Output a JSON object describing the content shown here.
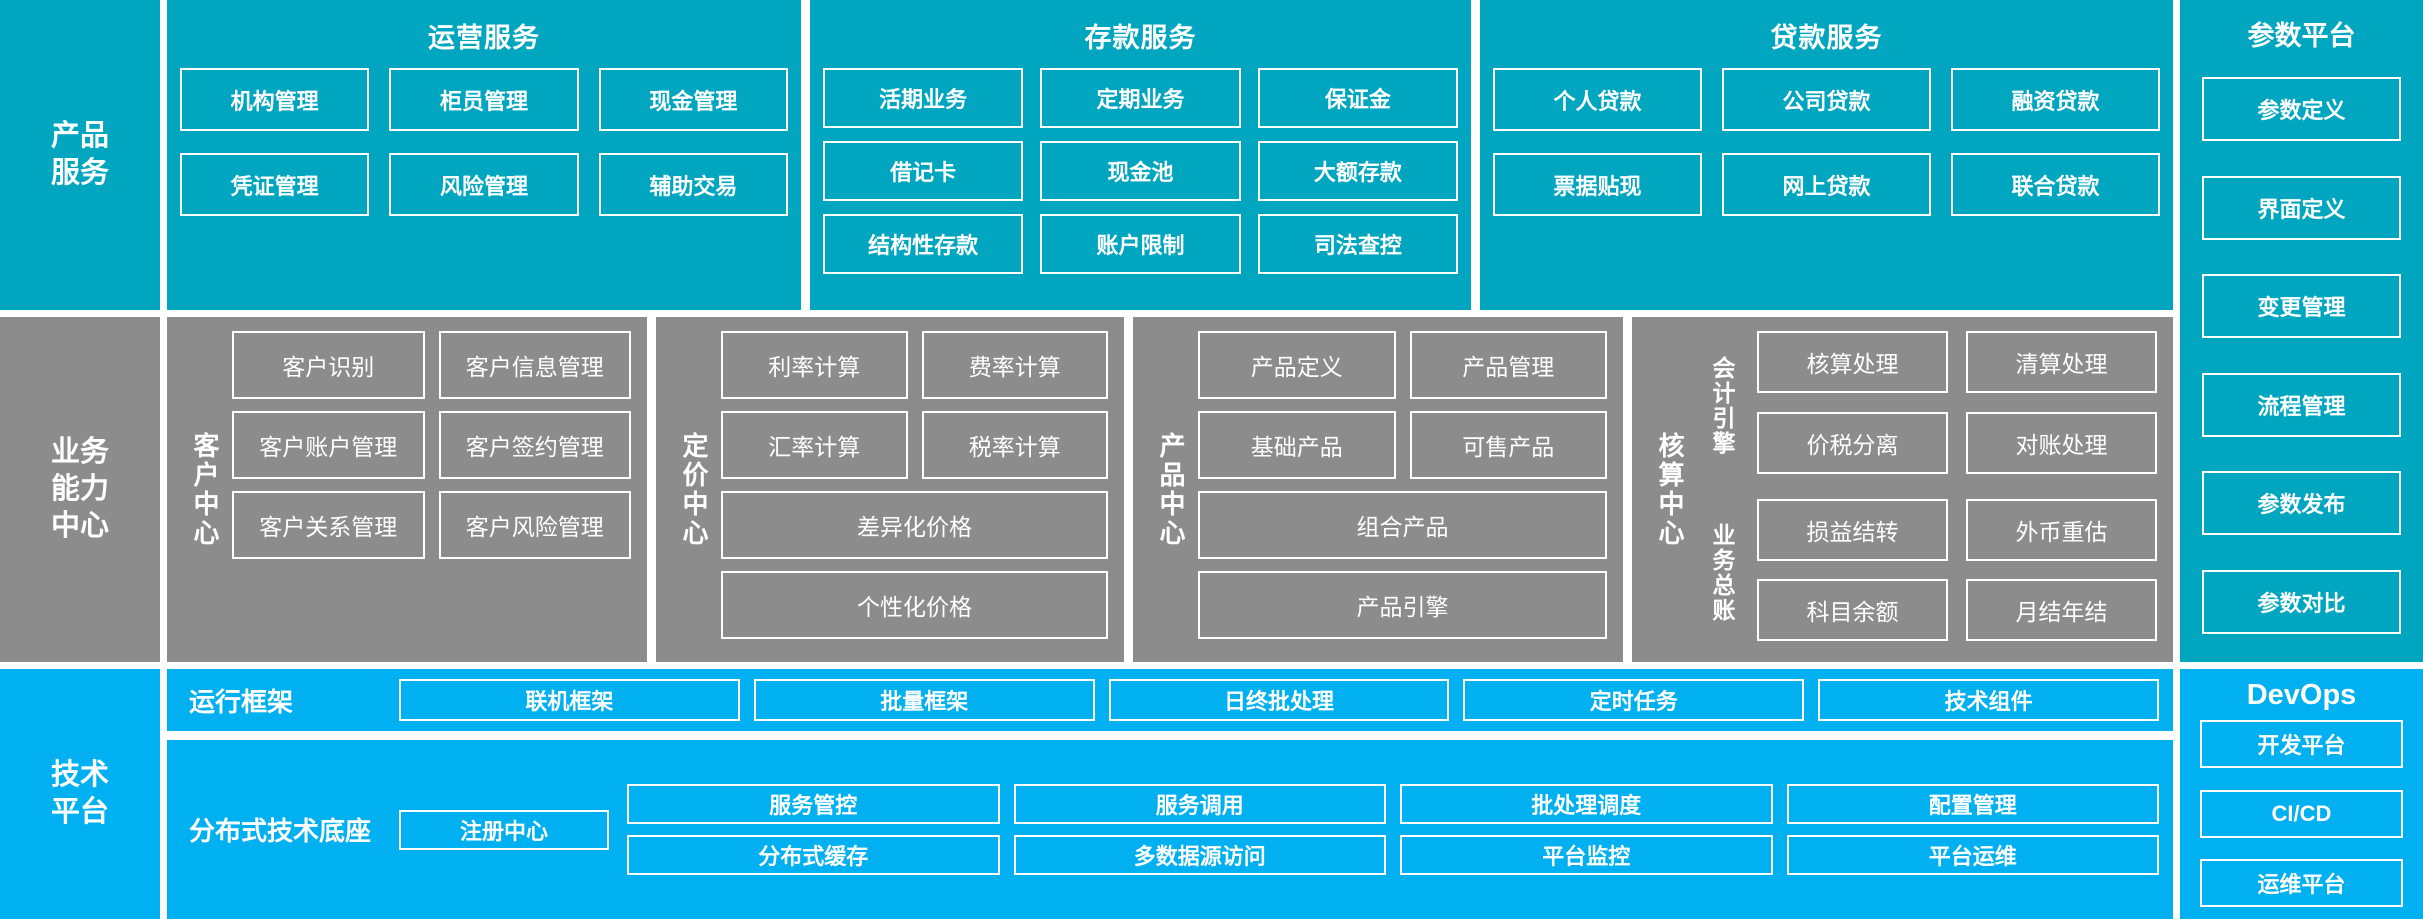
{
  "colors": {
    "teal": "#00A6C0",
    "gray": "#8C8C8C",
    "blue": "#00B0F0",
    "border": "#FFFFFF",
    "text": "#FFFFFF"
  },
  "product_services": {
    "rail_label": "产品\n服务",
    "domains": [
      {
        "title": "运营服务",
        "items": [
          "机构管理",
          "柜员管理",
          "现金管理",
          "凭证管理",
          "风险管理",
          "辅助交易"
        ]
      },
      {
        "title": "存款服务",
        "items": [
          "活期业务",
          "定期业务",
          "保证金",
          "借记卡",
          "现金池",
          "大额存款",
          "结构性存款",
          "账户限制",
          "司法查控"
        ]
      },
      {
        "title": "贷款服务",
        "items": [
          "个人贷款",
          "公司贷款",
          "融资贷款",
          "票据贴现",
          "网上贷款",
          "联合贷款"
        ]
      }
    ]
  },
  "business_capability": {
    "rail_label": "业务\n能力\n中心",
    "centers": [
      {
        "label": "客户中心",
        "rows": [
          [
            "客户识别",
            "客户信息管理"
          ],
          [
            "客户账户管理",
            "客户签约管理"
          ],
          [
            "客户关系管理",
            "客户风险管理"
          ]
        ]
      },
      {
        "label": "定价中心",
        "rows": [
          [
            "利率计算",
            "费率计算"
          ],
          [
            "汇率计算",
            "税率计算"
          ],
          [
            "差异化价格"
          ],
          [
            "个性化价格"
          ]
        ]
      },
      {
        "label": "产品中心",
        "rows": [
          [
            "产品定义",
            "产品管理"
          ],
          [
            "基础产品",
            "可售产品"
          ],
          [
            "组合产品"
          ],
          [
            "产品引擎"
          ]
        ]
      }
    ],
    "accounting_center": {
      "label": "核算中心",
      "groups": [
        {
          "label": "会计引擎",
          "items": [
            "核算处理",
            "清算处理",
            "价税分离",
            "对账处理"
          ]
        },
        {
          "label": "业务总账",
          "items": [
            "损益结转",
            "外币重估",
            "科目余额",
            "月结年结"
          ]
        }
      ]
    }
  },
  "technology_platform": {
    "rail_label": "技术\n平台",
    "runtime_framework": {
      "name": "运行框架",
      "items": [
        "联机框架",
        "批量框架",
        "日终批处理",
        "定时任务",
        "技术组件"
      ]
    },
    "distributed_base": {
      "name": "分布式技术底座",
      "registry": "注册中心",
      "items": [
        "服务管控",
        "服务调用",
        "批处理调度",
        "配置管理",
        "分布式缓存",
        "多数据源访问",
        "平台监控",
        "平台运维"
      ]
    }
  },
  "parameter_platform": {
    "title": "参数平台",
    "items": [
      "参数定义",
      "界面定义",
      "变更管理",
      "流程管理",
      "参数发布",
      "参数对比"
    ]
  },
  "devops": {
    "title": "DevOps",
    "items": [
      "开发平台",
      "CI/CD",
      "运维平台"
    ]
  }
}
